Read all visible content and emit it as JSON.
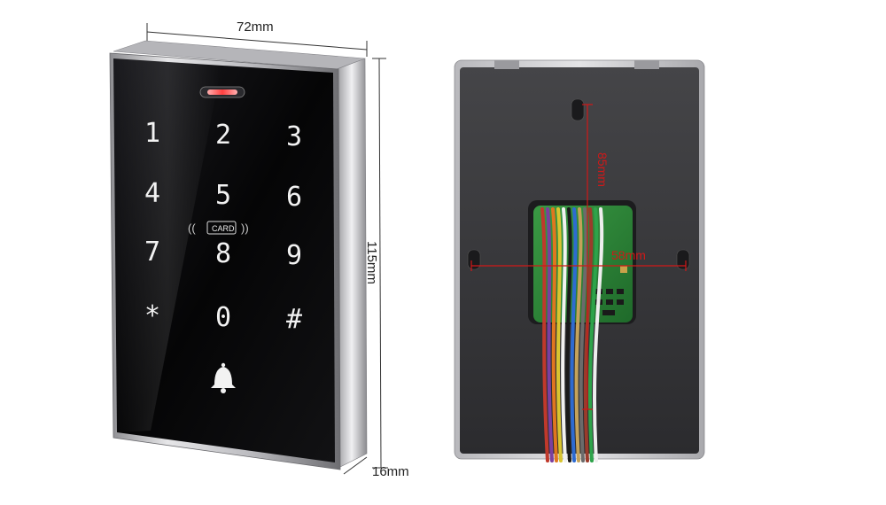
{
  "dimensions": {
    "width_label": "72mm",
    "height_label": "115mm",
    "depth_label": "16mm",
    "hole_vertical_label": "85mm",
    "hole_horizontal_label": "58mm"
  },
  "keypad": {
    "keys": [
      "1",
      "2",
      "3",
      "4",
      "5",
      "6",
      "7",
      "8",
      "9",
      "*",
      "0",
      "#"
    ],
    "card_label": "CARD",
    "bell_icon": "bell-icon",
    "indicator_icon": "led-indicator-icon"
  },
  "colors": {
    "panel_black": "#0b0b0d",
    "frame_silver": "#c9c9cc",
    "back_gray": "#3a3a3c",
    "pcb_green": "#2f8a3a",
    "dimension_red": "#d01818"
  },
  "wires": {
    "colors": [
      "#c0392b",
      "#7b3fa0",
      "#e0761f",
      "#d8c430",
      "#f1f1f1",
      "#1a1a1a",
      "#2e6bd1",
      "#c4a25a",
      "#6b6b6b",
      "#9a3b2b",
      "#2ea34a",
      "#eeeeee"
    ]
  }
}
